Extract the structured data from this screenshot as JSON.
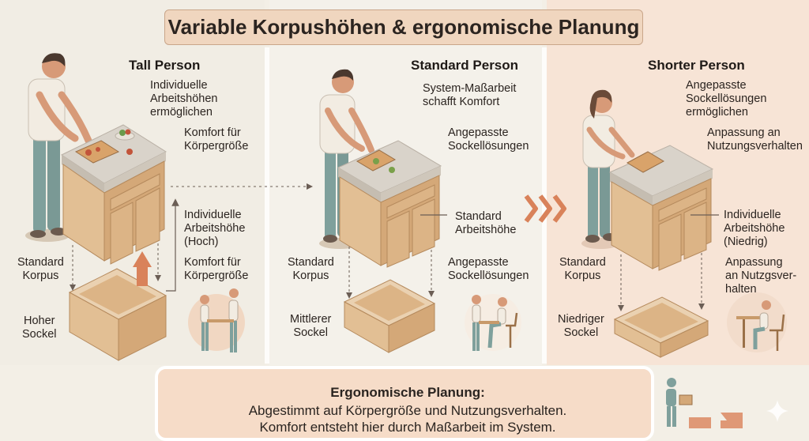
{
  "title": "Variable Korpushöhen & ergonomische Planung",
  "columns": [
    {
      "heading": "Tall Person",
      "callout_top": "Individuelle\nArbeitshöhen\nermöglichen",
      "callout_mid": "Komfort für\nKörpergröße",
      "callout_height": "Individuelle\nArbeitshöhe\n(Hoch)",
      "callout_low": "Komfort für\nKörpergröße",
      "corpus": "Standard\nKorpus",
      "plinth": "Hoher\nSockel"
    },
    {
      "heading": "Standard Person",
      "callout_top": "System-Maßarbeit\nschafft Komfort",
      "callout_mid": "Angepasste\nSockellösungen",
      "callout_height": "Standard\nArbeitshöhe",
      "callout_low": "Angepasste\nSockellösungen",
      "corpus": "Standard\nKorpus",
      "plinth": "Mittlerer\nSockel"
    },
    {
      "heading": "Shorter Person",
      "callout_top": "Angepasste\nSockellösungen\nermöglichen",
      "callout_mid": "Anpassung an\nNutzungsverhalten",
      "callout_height": "Individuelle\nArbeitshöhe\n(Niedrig)",
      "callout_low": "Anpassung\nan Nutzgsver-\nhalten",
      "corpus": "Standard\nKorpus",
      "plinth": "Niedriger\nSockel"
    }
  ],
  "summary": {
    "heading": "Ergonomische Planung:",
    "line1": "Abgestimmt auf Körpergröße und Nutzungsverhalten.",
    "line2": "Komfort entsteht hier durch Maßarbeit im System."
  },
  "colors": {
    "wood": "#e2bf94",
    "wood_dark": "#c89a6a",
    "wood_side": "#d4a878",
    "countertop": "#d9d3ca",
    "accent_arrow": "#d9825a",
    "skin": "#d79a78",
    "shirt": "#f2ece2",
    "pants": "#7fa09c"
  }
}
